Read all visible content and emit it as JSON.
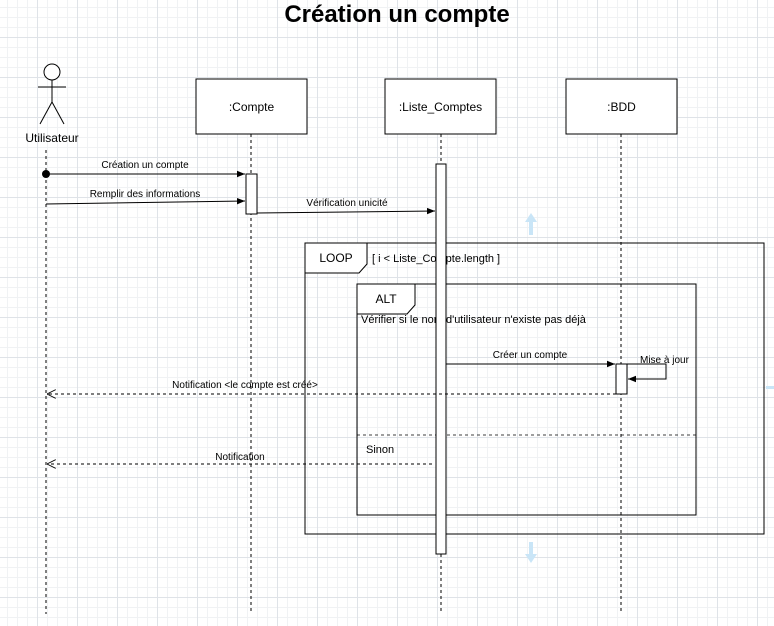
{
  "title": "Création un compte",
  "actor": {
    "name": "Utilisateur"
  },
  "participants": [
    ":Compte",
    ":Liste_Comptes",
    ":BDD"
  ],
  "messages": {
    "creation": "Création un compte",
    "remplir": "Remplir des informations",
    "verification": "Vérification unicité",
    "creer": "Créer un compte",
    "mise_a_jour": "Mise à jour",
    "notif_cree": "Notification <le compte est créé>",
    "notification": "Notification"
  },
  "loop": {
    "label": "LOOP",
    "guard": "[ i < Liste_Compte.length ]"
  },
  "alt": {
    "label": "ALT",
    "condition": "Vérifier si le nom d'utilisateur n'existe pas déjà",
    "else": "Sinon"
  },
  "colors": {
    "line": "#000000",
    "ghost_arrow": "#c9e5f7",
    "grid": "#dfe3e8"
  }
}
